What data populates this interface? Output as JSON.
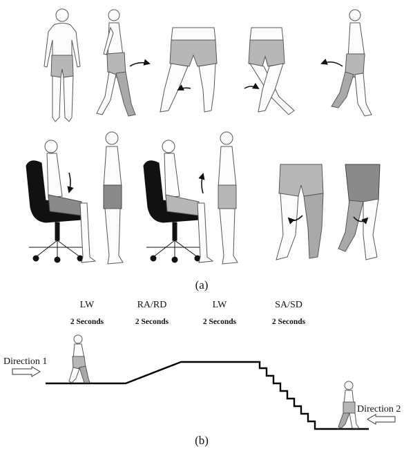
{
  "panel_a": {
    "label": "(a)"
  },
  "panel_b": {
    "label": "(b)",
    "phases": [
      {
        "name": "LW",
        "duration": "2 Seconds"
      },
      {
        "name": "RA/RD",
        "duration": "2 Seconds"
      },
      {
        "name": "LW",
        "duration": "2 Seconds"
      },
      {
        "name": "SA/SD",
        "duration": "2 Seconds"
      }
    ],
    "direction_1": "Direction 1",
    "direction_2": "Direction 2"
  },
  "colors": {
    "line": "#000000",
    "shorts": "#b7b7b7",
    "shading": "#a9a9a9"
  }
}
